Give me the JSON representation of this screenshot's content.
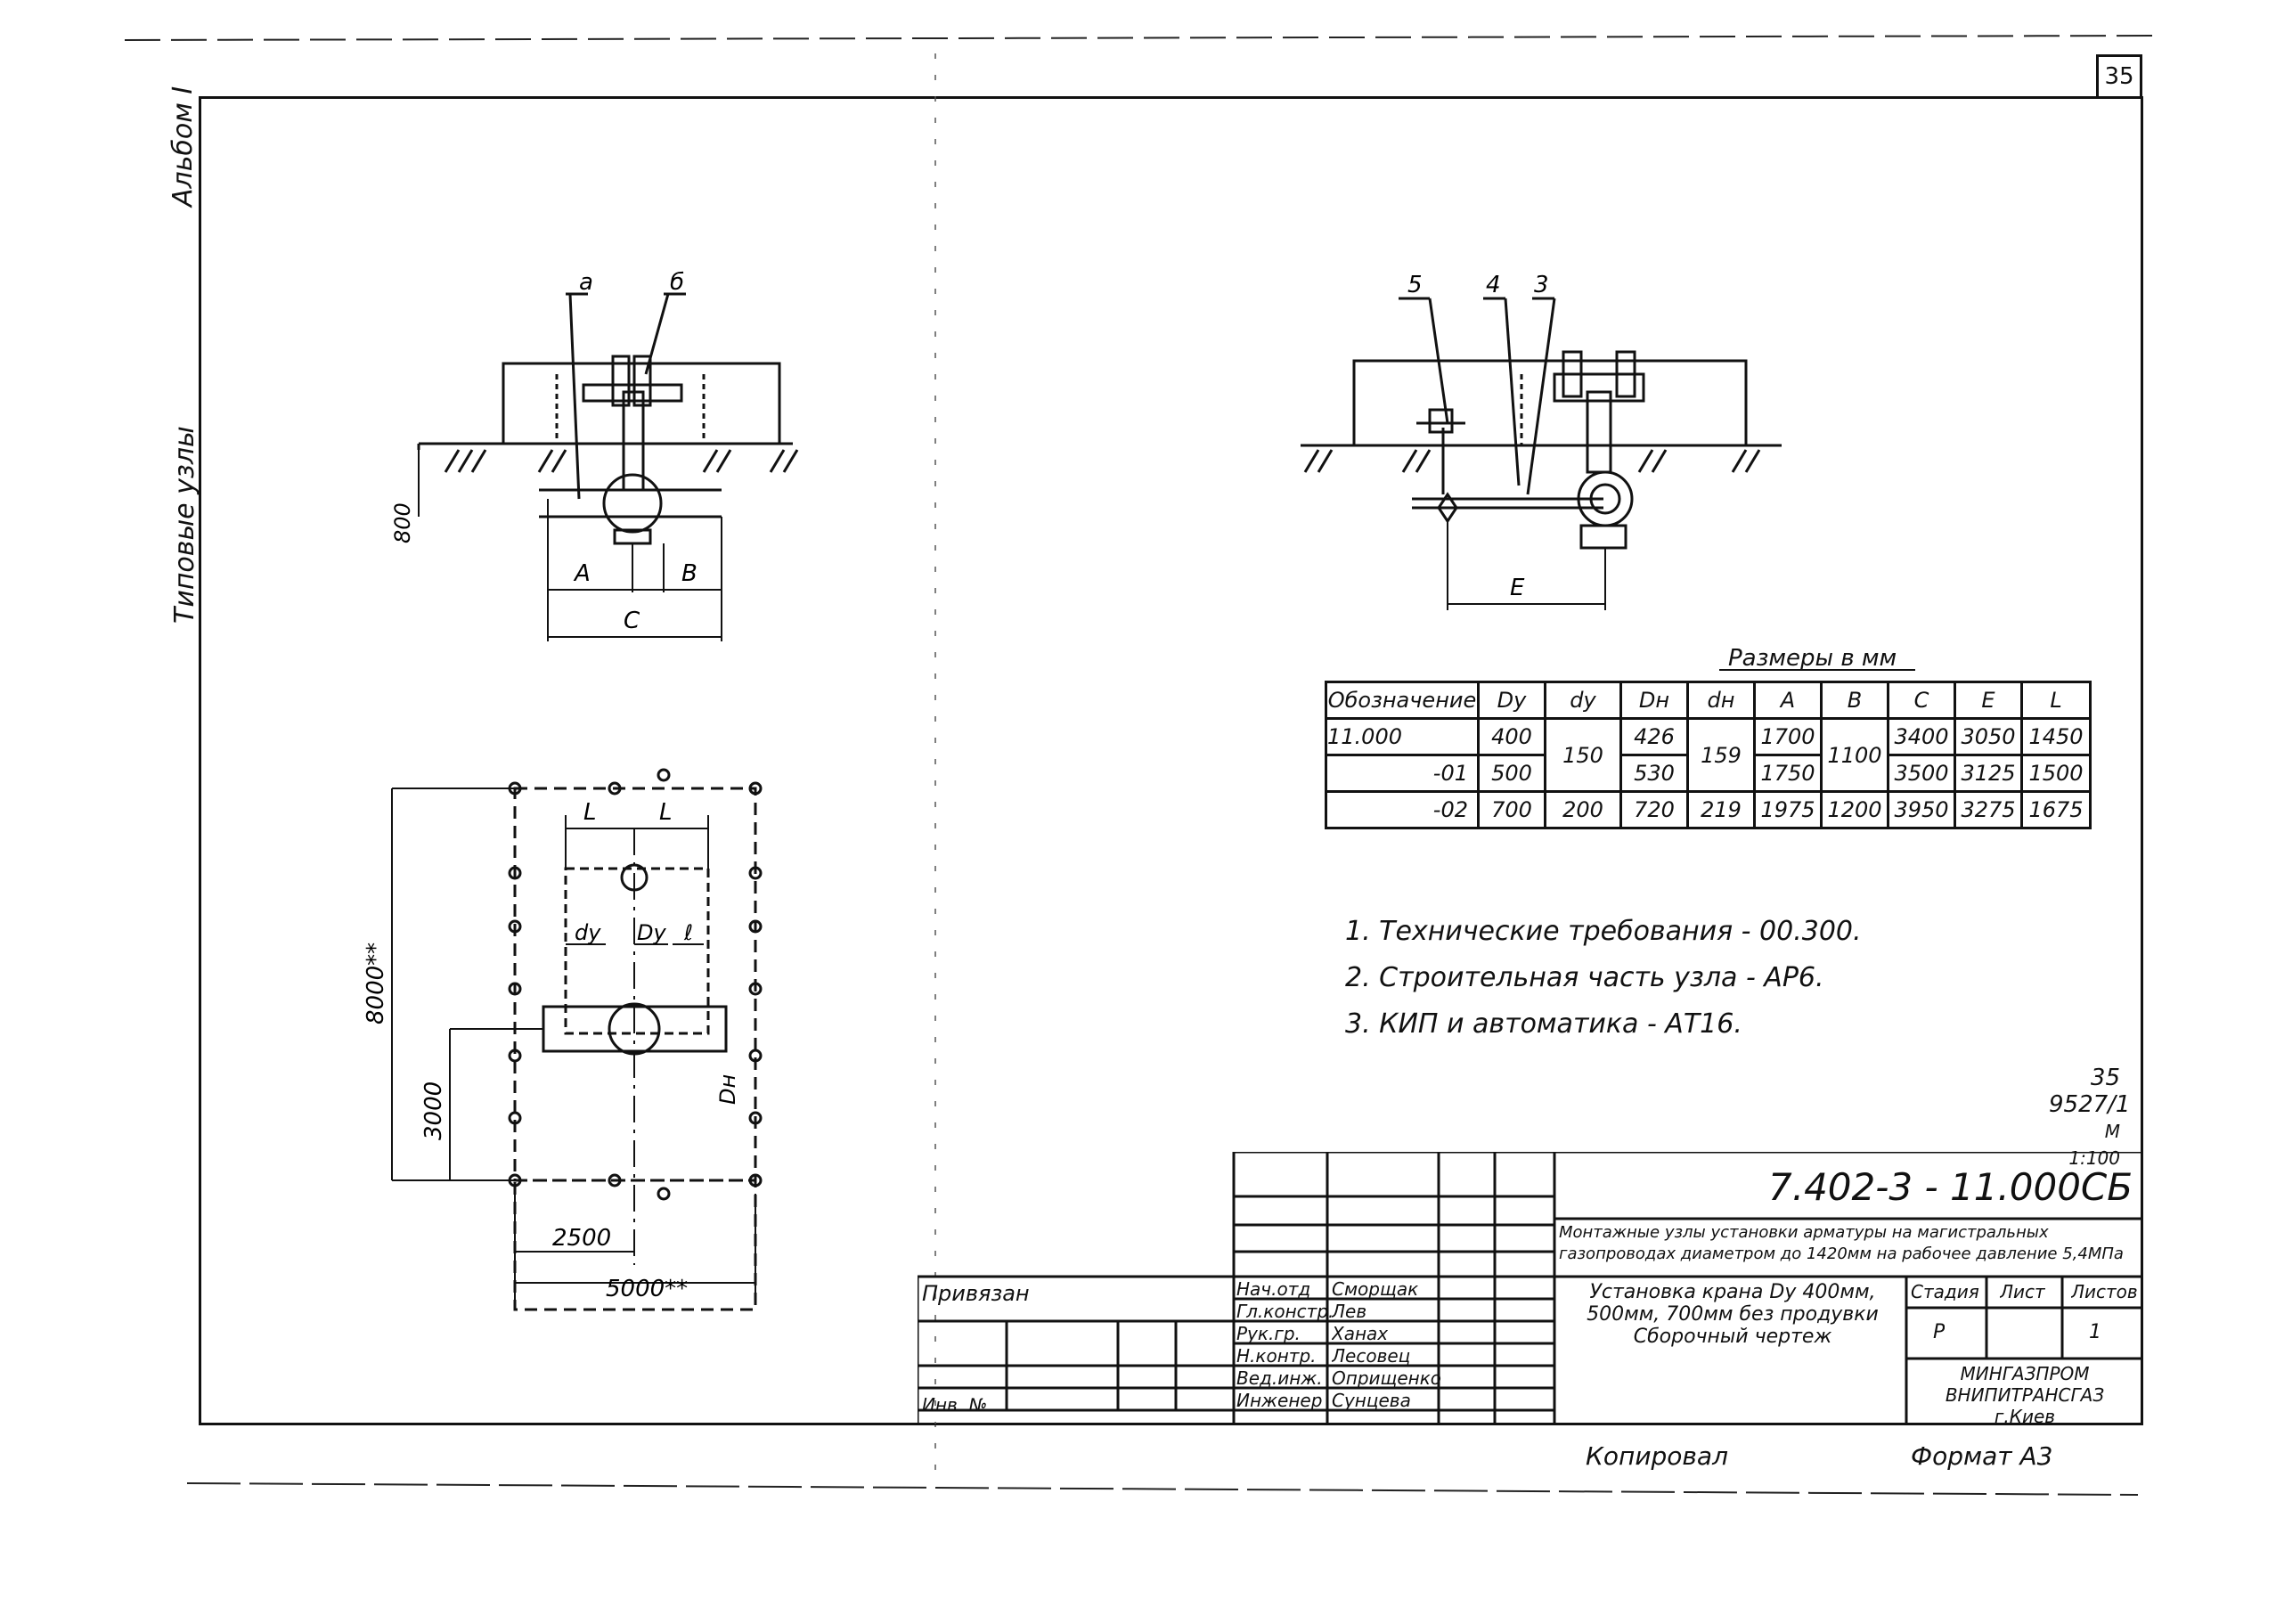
{
  "sheet": {
    "page_number": "35",
    "album": "Альбом I",
    "section": "Типовые узлы",
    "ref_page": "35",
    "ref_code": "9527/1",
    "scale": "М 1:100"
  },
  "drawing": {
    "left_labels": [
      "а",
      "б",
      "800",
      "А",
      "В",
      "С"
    ],
    "right_labels": [
      "5",
      "4",
      "3",
      "Е"
    ],
    "plan_labels": [
      "L",
      "L",
      "dy",
      "Dy",
      "ℓ",
      "Dн",
      "8000**",
      "3000",
      "2500",
      "5000**"
    ]
  },
  "table": {
    "title": "Размеры в мм",
    "headers": [
      "Обозначение",
      "Dy",
      "dy",
      "Dн",
      "dн",
      "А",
      "В",
      "С",
      "Е",
      "L"
    ],
    "rows": [
      {
        "mark": "11.000",
        "Dy": "400",
        "dy": "150",
        "Dn": "426",
        "dn": "159",
        "A": "1700",
        "B": "1100",
        "C": "3400",
        "E": "3050",
        "L": "1450"
      },
      {
        "mark": "-01",
        "Dy": "500",
        "dy": "",
        "Dn": "530",
        "dn": "",
        "A": "1750",
        "B": "",
        "C": "3500",
        "E": "3125",
        "L": "1500"
      },
      {
        "mark": "-02",
        "Dy": "700",
        "dy": "200",
        "Dn": "720",
        "dn": "219",
        "A": "1975",
        "B": "1200",
        "C": "3950",
        "E": "3275",
        "L": "1675"
      }
    ]
  },
  "notes": [
    "1. Технические требования - 00.300.",
    "2. Строительная часть узла - АР6.",
    "3. КИП и автоматика - АТ16."
  ],
  "stamp": {
    "code": "7.402-3 - 11.000СБ",
    "project": "Монтажные узлы установки арматуры на магистральных газопроводах диаметром до 1420мм на рабочее давление 5,4МПа",
    "title": "Установка крана Dy 400мм, 500мм, 700мм без продувки Сборочный чертеж",
    "stage_header": "Стадия",
    "sheet_header": "Лист",
    "sheets_header": "Листов",
    "stage": "Р",
    "sheets": "1",
    "org": "МИНГАЗПРОМ ВНИПИТРАНСГАЗ г.Киев",
    "bound": "Привязан",
    "inv": "Инв. №",
    "roles": [
      "Нач.отд",
      "Гл.констр.",
      "Рук.гр.",
      "Н.контр.",
      "Вед.инж.",
      "Инженер"
    ],
    "names": [
      "Сморщак",
      "Лев",
      "Ханах",
      "Лесовец",
      "Оприщенко",
      "Сунцева"
    ]
  },
  "footer": {
    "copy": "Копировал",
    "format": "Формат А3"
  }
}
